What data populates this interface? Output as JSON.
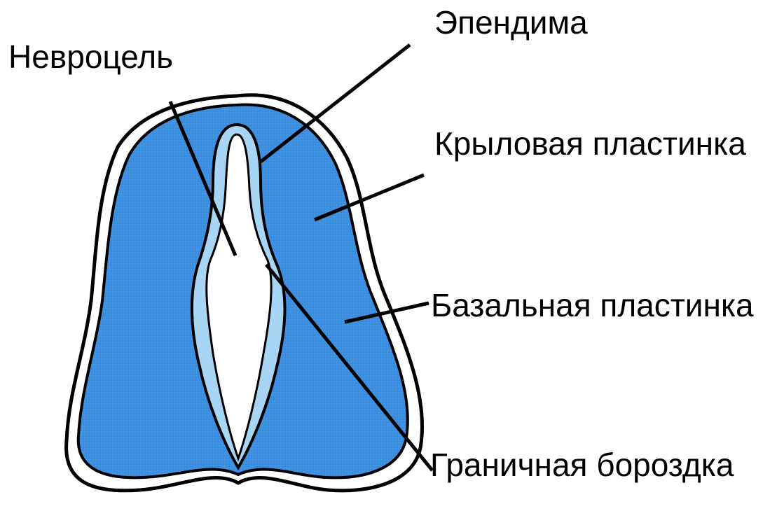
{
  "labels": {
    "neurocoel": "Невроцель",
    "ependyma": "Эпендима",
    "alar_plate": "Крыловая пластинка",
    "basal_plate": "Базальная пластинка",
    "sulcus_limitans": "Граничная бороздка"
  },
  "colors": {
    "plate_fill": "#3d8fe0",
    "ependyma_fill": "#a9d5f5",
    "canal_fill": "#ffffff",
    "outline": "#000000",
    "background": "#ffffff"
  }
}
